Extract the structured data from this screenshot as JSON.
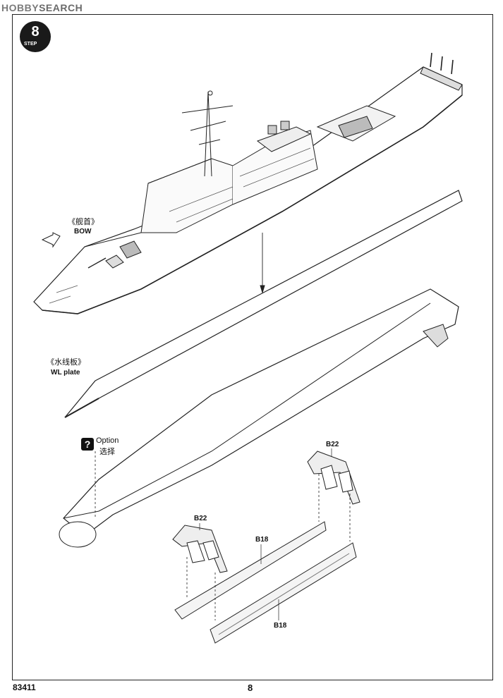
{
  "watermark": {
    "logo": "HOBBY",
    "text": "SEARCH"
  },
  "step": {
    "number": "8",
    "label": "STEP"
  },
  "labels": {
    "bow_cn": "《舰首》",
    "bow_en": "BOW",
    "wl_cn": "《水线板》",
    "wl_en": "WL plate",
    "option_en": "Option",
    "option_cn": "选择",
    "option_icon": "?"
  },
  "parts": {
    "b22_top": "B22",
    "b22_left": "B22",
    "b18_upper": "B18",
    "b18_lower": "B18"
  },
  "footer": {
    "code": "83411",
    "page": "8"
  }
}
